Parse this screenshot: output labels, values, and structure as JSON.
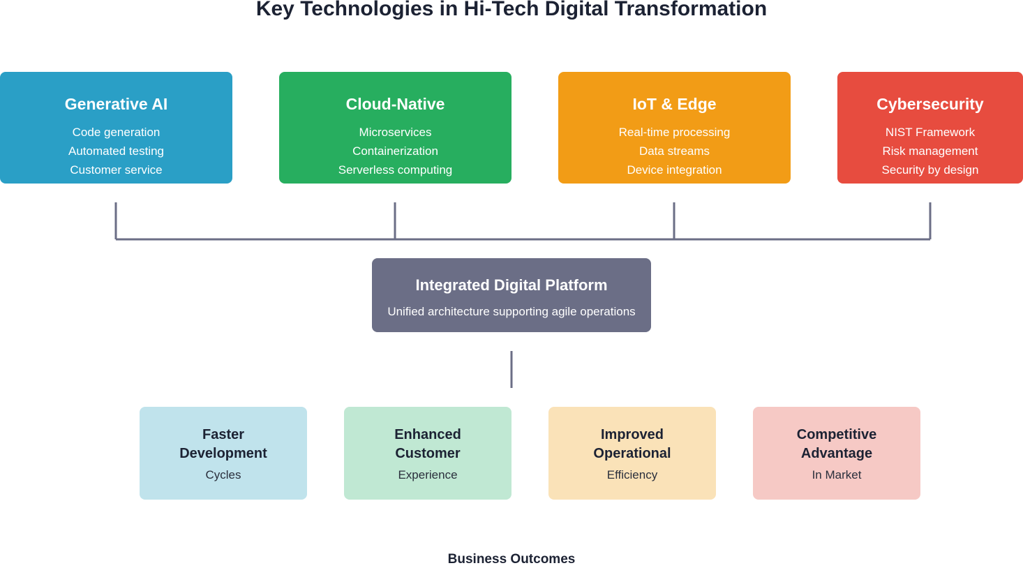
{
  "title": "Key Technologies in Hi-Tech Digital Transformation",
  "technologies": [
    {
      "title": "Generative AI",
      "items": [
        "Code generation",
        "Automated testing",
        "Customer service"
      ],
      "color": "#2a9fc6"
    },
    {
      "title": "Cloud-Native",
      "items": [
        "Microservices",
        "Containerization",
        "Serverless computing"
      ],
      "color": "#27ae5f"
    },
    {
      "title": "IoT & Edge",
      "items": [
        "Real-time processing",
        "Data streams",
        "Device integration"
      ],
      "color": "#f29c16"
    },
    {
      "title": "Cybersecurity",
      "items": [
        "NIST Framework",
        "Risk management",
        "Security by design"
      ],
      "color": "#e74c3f"
    }
  ],
  "platform": {
    "title": "Integrated Digital Platform",
    "subtitle": "Unified architecture supporting agile operations",
    "color": "#6b6e86"
  },
  "outcomes": [
    {
      "title_line1": "Faster",
      "title_line2": "Development",
      "subtitle": "Cycles",
      "color": "#c0e3ec"
    },
    {
      "title_line1": "Enhanced",
      "title_line2": "Customer",
      "subtitle": "Experience",
      "color": "#c0e8d3"
    },
    {
      "title_line1": "Improved",
      "title_line2": "Operational",
      "subtitle": "Efficiency",
      "color": "#fae2b8"
    },
    {
      "title_line1": "Competitive",
      "title_line2": "Advantage",
      "subtitle": "In Market",
      "color": "#f6c9c5"
    }
  ],
  "outcomes_label": "Business Outcomes",
  "connector_color": "#6b6e86"
}
